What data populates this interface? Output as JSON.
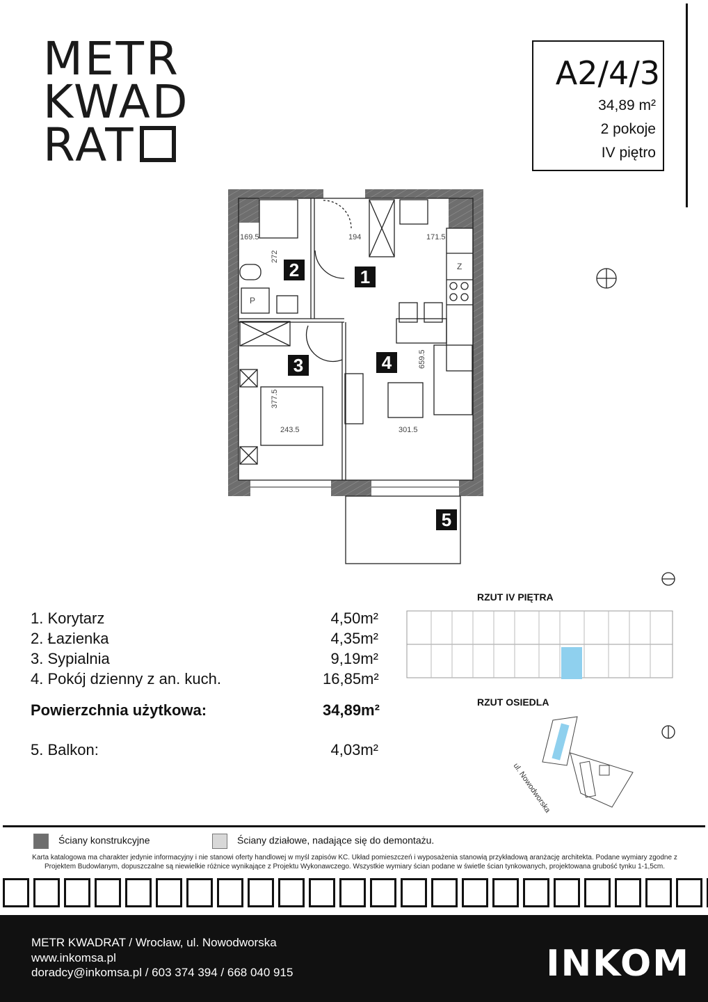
{
  "logo": {
    "line1": "METR",
    "line2": "KWAD",
    "line3": "RAT"
  },
  "unit": {
    "code": "A2/4/3",
    "area": "34,89 m²",
    "rooms": "2 pokoje",
    "floor": "IV piętro"
  },
  "plan": {
    "dimensions": [
      "169.5",
      "194",
      "171.5",
      "272",
      "659.5",
      "377.5",
      "243.5",
      "301.5"
    ],
    "room_numbers": [
      "1",
      "2",
      "3",
      "4",
      "5"
    ],
    "fixture_labels": {
      "washer": "P",
      "fridge": "Z"
    }
  },
  "room_list": [
    {
      "name": "1. Korytarz",
      "area": "4,50m²"
    },
    {
      "name": "2. Łazienka",
      "area": "4,35m²"
    },
    {
      "name": "3. Sypialnia",
      "area": "9,19m²"
    },
    {
      "name": "4. Pokój dzienny z an. kuch.",
      "area": "16,85m²"
    }
  ],
  "total": {
    "label": "Powierzchnia użytkowa:",
    "area": "34,89m²"
  },
  "balcony": {
    "name": "5. Balkon:",
    "area": "4,03m²"
  },
  "floor_plan_title": "RZUT IV PIĘTRA",
  "site_plan_title": "RZUT OSIEDLA",
  "street_label": "ul. Nowodworska",
  "legend": {
    "structural": "Ściany konstrukcyjne",
    "partition": "Ściany działowe, nadające się do demontażu."
  },
  "disclaimer": "Karta katalogowa ma charakter jedynie informacyjny i nie stanowi oferty handlowej w myśl zapisów KC. Układ pomieszczeń i wyposażenia stanowią przykładową aranżację architekta. Podane wymiary zgodne z Projektem Budowlanym, dopuszczalne są niewielkie różnice wynikające z Projektu Wykonawczego. Wszystkie wymiary ścian podane w świetle ścian tynkowanych, projektowana grubość tynku 1-1,5cm.",
  "footer": {
    "address": "METR KWADRAT / Wrocław, ul. Nowodworska",
    "website": "www.inkomsa.pl",
    "contact": "doradcy@inkomsa.pl / 603 374 394 / 668 040 915",
    "brand": "INKOM"
  },
  "colors": {
    "highlight": "#8fd0ee",
    "structural_wall": "#6e6e6e",
    "partition_wall": "#d8d8d8",
    "footer_bg": "#111111"
  }
}
